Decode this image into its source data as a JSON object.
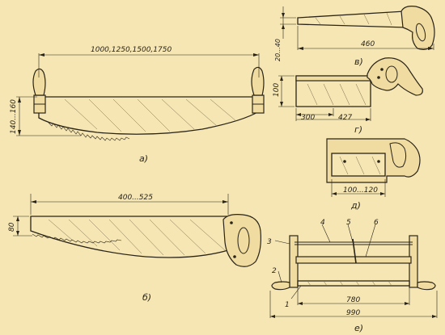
{
  "figures": {
    "a": {
      "caption": "а)",
      "length_dim": "1000,1250,1500,1750",
      "height_dim": "140...160"
    },
    "b": {
      "caption": "б)",
      "length_dim": "400...525",
      "height_dim": "80"
    },
    "v": {
      "caption": "в)",
      "length_dim": "460",
      "height_dim": "20...40"
    },
    "g": {
      "caption": "г)",
      "length_dim_1": "300",
      "length_dim_2": "427",
      "height_dim": "100"
    },
    "d": {
      "caption": "д)",
      "length_dim": "100...120"
    },
    "e": {
      "caption": "е)",
      "inner_dim": "780",
      "outer_dim": "990",
      "part_numbers": [
        "1",
        "2",
        "3",
        "4",
        "5",
        "6"
      ]
    }
  }
}
